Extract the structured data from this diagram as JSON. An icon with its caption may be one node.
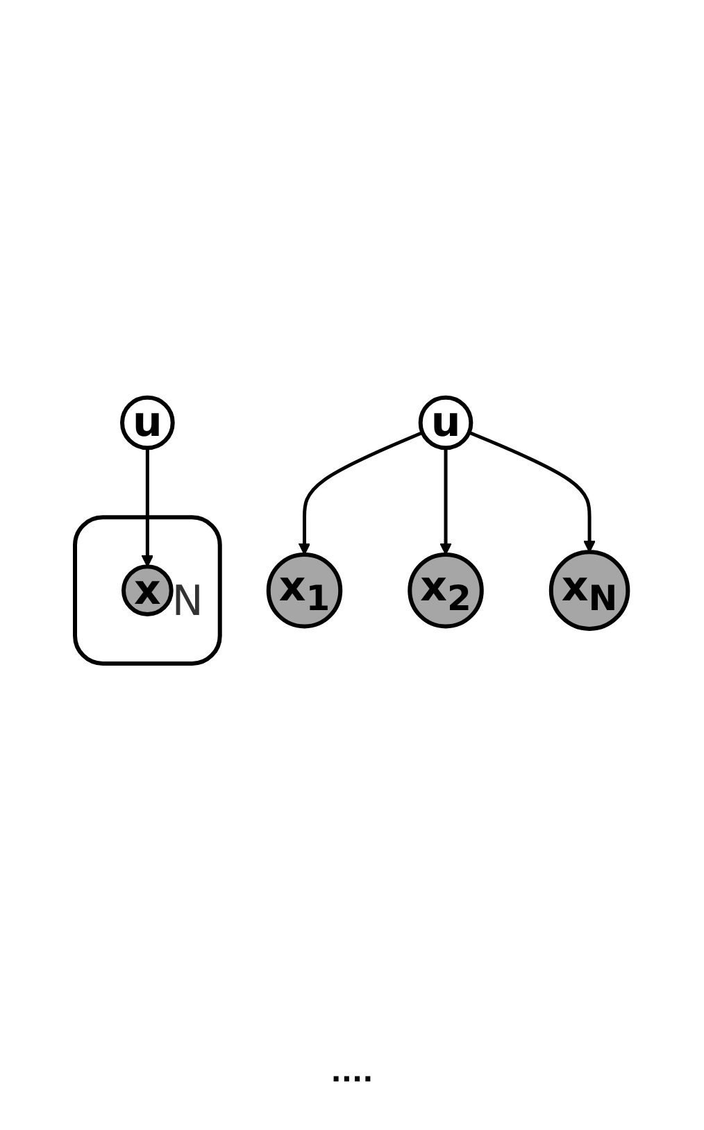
{
  "diagram": {
    "nodes": [
      {
        "text": [
          "u"
        ]
      },
      {
        "text": [
          "x$_{1}$"
        ]
      },
      {
        "text": [
          "x$_{2}$"
        ]
      },
      {
        "text": [
          "x$_{N}$"
        ]
      },
      {
        "text": [
          "u"
        ]
      },
      {
        "text": [
          "N"
        ]
      },
      {
        "text": [
          "x"
        ],
        "in": 5
      }
    ],
    "edges": [
      {
        "from": 0,
        "to": 1,
        "arrow": "to"
      },
      {
        "from": 0,
        "to": 2,
        "arrow": "to"
      },
      {
        "from": 0,
        "to": 3,
        "arrow": "to"
      },
      {
        "from": 4,
        "to": 6,
        "arrow": "to"
      }
    ],
    "labels": [
      "...."
    ]
  }
}
